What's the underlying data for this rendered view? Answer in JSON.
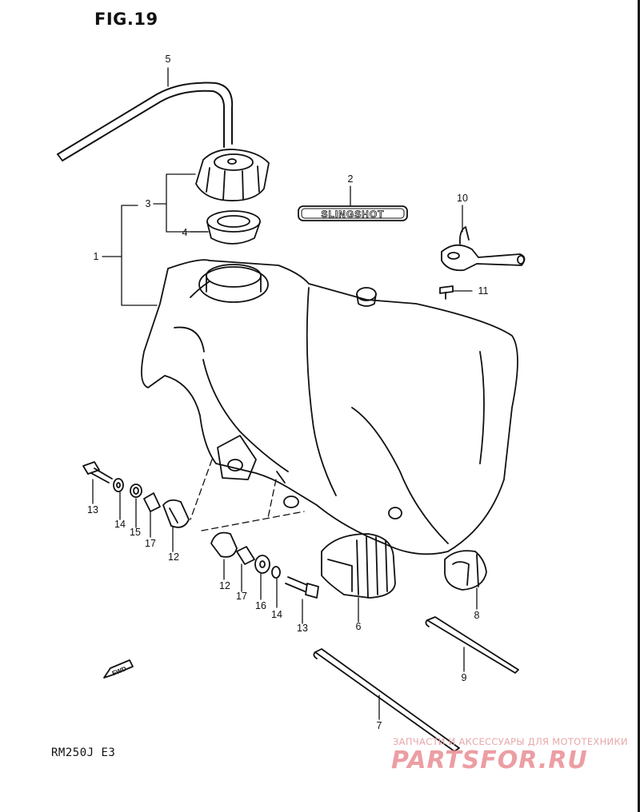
{
  "figure": {
    "title": "FIG.19",
    "model": "RM250J  E3"
  },
  "badge": {
    "text": "SLINGSHOT"
  },
  "fwd": {
    "text": "FWD"
  },
  "callouts": [
    {
      "id": "c5",
      "text": "5"
    },
    {
      "id": "c2",
      "text": "2"
    },
    {
      "id": "c3",
      "text": "3"
    },
    {
      "id": "c4",
      "text": "4"
    },
    {
      "id": "c1",
      "text": "1"
    },
    {
      "id": "c10",
      "text": "10"
    },
    {
      "id": "c11",
      "text": "11"
    },
    {
      "id": "c13a",
      "text": "13"
    },
    {
      "id": "c14a",
      "text": "14"
    },
    {
      "id": "c15",
      "text": "15"
    },
    {
      "id": "c17a",
      "text": "17"
    },
    {
      "id": "c12a",
      "text": "12"
    },
    {
      "id": "c12b",
      "text": "12"
    },
    {
      "id": "c17b",
      "text": "17"
    },
    {
      "id": "c16",
      "text": "16"
    },
    {
      "id": "c14b",
      "text": "14"
    },
    {
      "id": "c13b",
      "text": "13"
    },
    {
      "id": "c6",
      "text": "6"
    },
    {
      "id": "c8",
      "text": "8"
    },
    {
      "id": "c9",
      "text": "9"
    },
    {
      "id": "c7",
      "text": "7"
    }
  ],
  "watermark": {
    "tagline": "ЗАПЧАСТИ И АКСЕССУАРЫ ДЛЯ МОТОТЕХНИКИ",
    "logo": "PARTSFOR.RU"
  }
}
